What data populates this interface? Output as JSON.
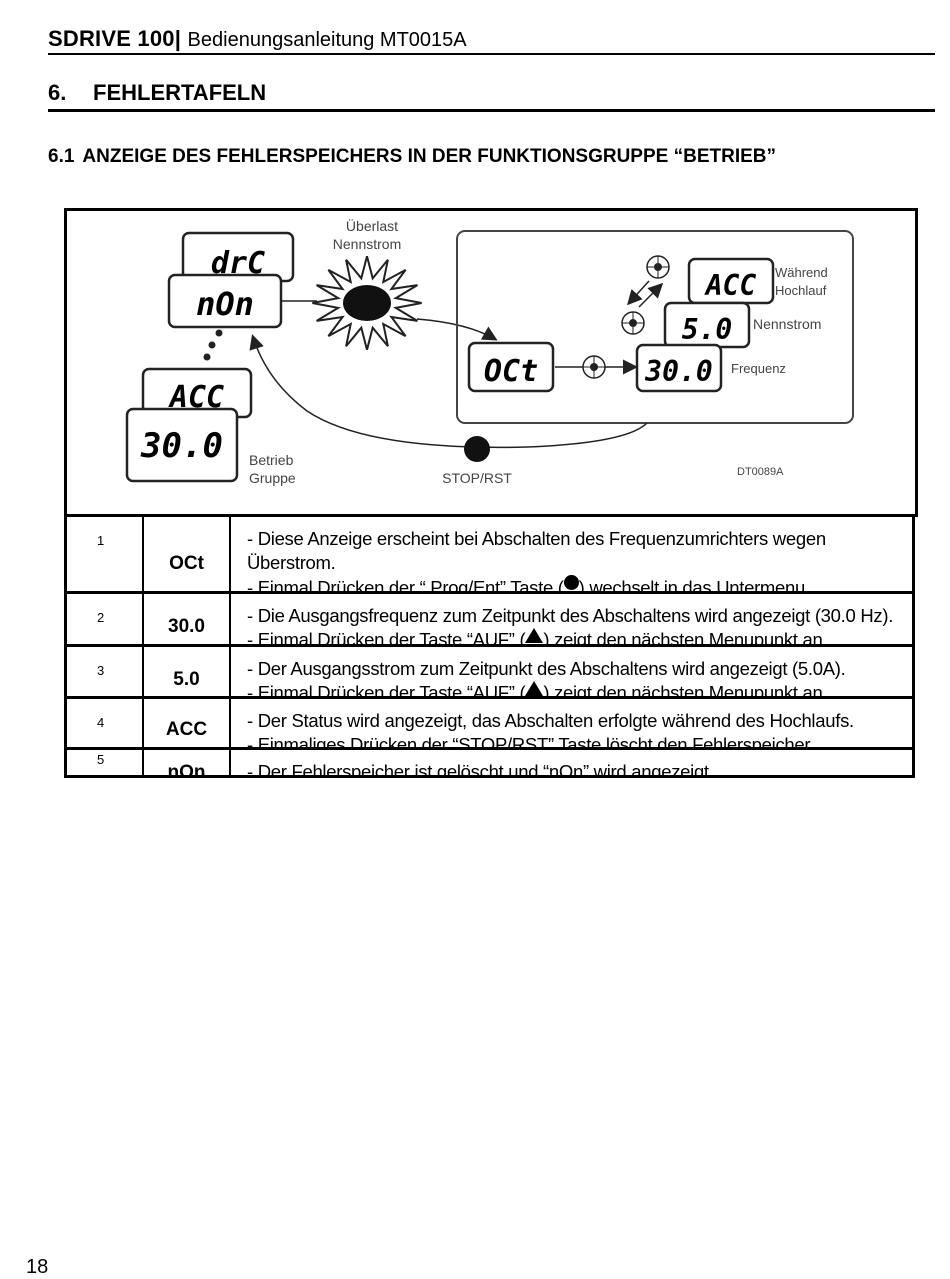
{
  "header": {
    "brand": "SDRIVE 100|",
    "subtitle": "Bedienungsanleitung MT0015A"
  },
  "section": {
    "number": "6.",
    "title": "FEHLERTAFELN"
  },
  "subsection": {
    "number": "6.1",
    "title": "ANZEIGE DES FEHLERSPEICHERS IN DER FUNKTIONSGRUPPE “BETRIEB”"
  },
  "diagram": {
    "left_displays": [
      "drC",
      "nOn",
      "ACC",
      "30.0"
    ],
    "group_label_1": "Betrieb",
    "group_label_2": "Gruppe",
    "overload_label_1": "Überlast",
    "overload_label_2": "Nennstrom",
    "fault_display": "OCt",
    "right_displays": [
      "ACC",
      "5.0",
      "30.0"
    ],
    "right_labels": [
      "Während",
      "Hochlauf",
      "Nennstrom",
      "Frequenz"
    ],
    "stop_label": "STOP/RST",
    "figure_code": "DT0089A"
  },
  "table": {
    "rows": [
      {
        "num": "1",
        "code": "OCt",
        "lines": [
          "- Diese Anzeige erscheint bei Abschalten des Frequenzumrichters wegen",
          "Überstrom."
        ],
        "cut_pre": "- Einmal Drücken der “ Prog/Ent” Taste (",
        "cut_post": ") wechselt in das Untermenu",
        "glyph": "dot"
      },
      {
        "num": "2",
        "code": "30.0",
        "lines": [
          "- Die Ausgangsfrequenz zum Zeitpunkt des Abschaltens wird angezeigt (30.0 Hz)."
        ],
        "cut_pre": "- Einmal Drücken der Taste “AUF” (",
        "cut_post": ") zeigt den nächsten Menupunkt an",
        "glyph": "tri"
      },
      {
        "num": "3",
        "code": "5.0",
        "lines": [
          "- Der Ausgangsstrom zum Zeitpunkt des Abschaltens wird angezeigt (5.0A)."
        ],
        "cut_pre": "- Einmal Drücken der Taste “AUF” (",
        "cut_post": ") zeigt den nächsten Menupunkt an",
        "glyph": "tri"
      },
      {
        "num": "4",
        "code": "ACC",
        "lines": [
          "- Der Status wird angezeigt, das Abschalten erfolgte während des Hochlaufs."
        ],
        "cut_pre": "- Einmaliges Drücken der “STOP/RST” Taste löscht den Fehlerspeicher",
        "cut_post": "",
        "glyph": "none"
      },
      {
        "num": "5",
        "code": "nOn",
        "lines": [],
        "cut_pre": "- Der Fehlerspeicher ist gelöscht und “nOn” wird angezeigt",
        "cut_post": "",
        "glyph": "none"
      }
    ]
  },
  "page_number": "18"
}
